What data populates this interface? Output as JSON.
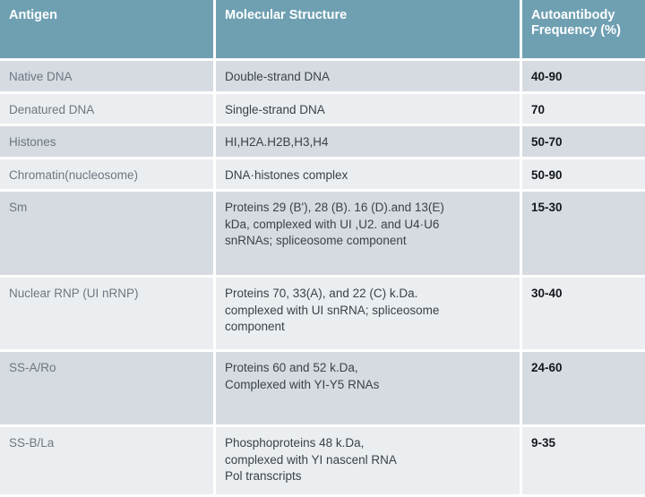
{
  "table": {
    "title": "Antigen / Molecular Structure / Autoantibody Frequency table",
    "colors": {
      "header_background": "#6fa0b2",
      "header_text": "#ffffff",
      "row_dark": "#d5dbe1",
      "row_light": "#eaeef0",
      "antigen_text": "#6d7780",
      "structure_text": "#3b4248",
      "frequency_text": "#14181c",
      "gridline": "#ffffff"
    },
    "columns": [
      {
        "key": "antigen",
        "label": "Antigen"
      },
      {
        "key": "structure",
        "label": "Molecular Structure"
      },
      {
        "key": "frequency",
        "label": "Autoantibody\nFrequency (%)"
      }
    ],
    "header": {
      "antigen": "Antigen",
      "structure": "Molecular Structure",
      "frequency_line1": "Autoantibody",
      "frequency_line2": "Frequency (%)"
    },
    "rows": [
      {
        "antigen": "Native DNA",
        "structure_lines": [
          "Double-strand DNA"
        ],
        "frequency": "40-90"
      },
      {
        "antigen": "Denatured DNA",
        "structure_lines": [
          "Single-strand DNA"
        ],
        "frequency": "70"
      },
      {
        "antigen": "Histones",
        "structure_lines": [
          "HI,H2A.H2B,H3,H4"
        ],
        "frequency": "50-70"
      },
      {
        "antigen": "Chromatin(nucleosome)",
        "structure_lines": [
          "DNA·histones complex"
        ],
        "frequency": "50-90"
      },
      {
        "antigen": "Sm",
        "structure_lines": [
          "Proteins 29 (B'), 28 (B). 16 (D).and 13(E)",
          "kDa, complexed with UI ,U2. and U4·U6",
          "snRNAs; spliceosome component"
        ],
        "frequency": "15-30"
      },
      {
        "antigen": "Nuclear RNP (UI nRNP)",
        "structure_lines": [
          "Proteins 70, 33(A), and 22 (C) k.Da.",
          "complexed with UI snRNA; spliceosome",
          "component"
        ],
        "frequency": "30-40"
      },
      {
        "antigen": "SS-A/Ro",
        "structure_lines": [
          "Proteins 60 and 52 k.Da,",
          "Complexed with YI-Y5 RNAs"
        ],
        "frequency": "24-60"
      },
      {
        "antigen": "SS-B/La",
        "structure_lines": [
          "Phosphoproteins 48 k.Da,",
          "complexed with YI nascenl RNA",
          "Pol transcripts"
        ],
        "frequency": "9-35"
      }
    ]
  }
}
